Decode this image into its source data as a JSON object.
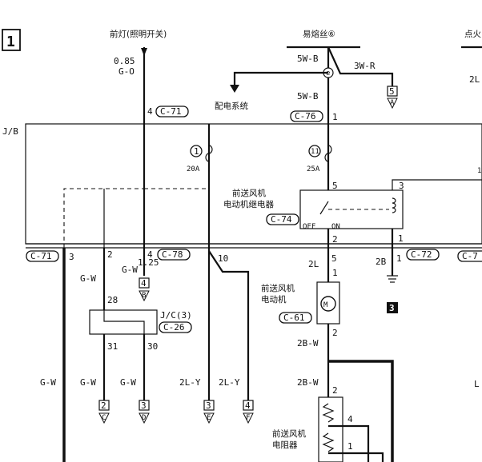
{
  "page_marker": "1",
  "connectors": {
    "c71": "C-71",
    "c76": "C-76",
    "c74": "C-74",
    "c78": "C-78",
    "c72": "C-72",
    "c7_cut": "C-7",
    "c26": "C-26",
    "c61": "C-61"
  },
  "labels": {
    "headlight": "前灯(照明开关)",
    "fusible_link": "易熔丝⑥",
    "ignition_cut": "点火",
    "distribution": "配电系统",
    "jb": "J/B",
    "relay": [
      "前送风机",
      "电动机继电器"
    ],
    "motor": [
      "前送风机",
      "电动机"
    ],
    "resistor": [
      "前送风机",
      "电阻器"
    ],
    "jc": "J/C(3)",
    "off": "OFF",
    "on": "ON",
    "right_2l": "2L",
    "right_1": "1",
    "right_l": "L"
  },
  "wires": {
    "w085": "0.85",
    "go": "G-O",
    "w5wb_top": "5W-B",
    "w3wr": "3W-R",
    "w5wb": "5W-B",
    "gw_1": "G-W",
    "w125": "1.25",
    "gw_2": "G-W",
    "w2l": "2L",
    "w2b": "2B",
    "w2bw_1": "2B-W",
    "w2bw_2": "2B-W",
    "gw_bottom": [
      "G-W",
      "G-W",
      "G-W"
    ],
    "w2ly": [
      "2L-Y",
      "2L-Y"
    ]
  },
  "pins": {
    "p4_top": "4",
    "p1_top": "1",
    "p5": "5",
    "p3_relay": "3",
    "p2_relay": "2",
    "p1_relay": "1",
    "p3_left": "3",
    "p2_left": "2",
    "p4_left": "4",
    "p10": "10",
    "p5_mid": "5",
    "p1_mid": "1",
    "p1_right": "1",
    "p28": "28",
    "p31": "31",
    "p30": "30",
    "p1_motor": "1",
    "p2_motor": "2",
    "p2_res": "2",
    "p4_res": "4",
    "p1_res": "1",
    "pin_e": "e"
  },
  "fuses": [
    {
      "num": "1",
      "amp": "20A"
    },
    {
      "num": "11",
      "amp": "25A"
    }
  ],
  "refs": {
    "ref5": {
      "num": "5",
      "letter": "A"
    },
    "ref4_top": {
      "num": "4",
      "letter": "B"
    },
    "ref3_big": "3",
    "bottom": [
      {
        "num": "2",
        "letter": "C"
      },
      {
        "num": "3",
        "letter": "D"
      },
      {
        "num": "3",
        "letter": "E"
      },
      {
        "num": "4",
        "letter": "F"
      }
    ]
  }
}
